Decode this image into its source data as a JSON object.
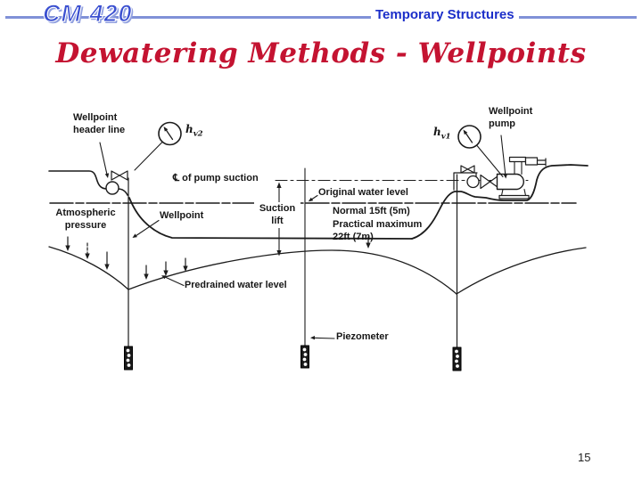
{
  "header": {
    "course_code": "CM 420",
    "course_title": "Temporary Structures",
    "rule_color": "#8091d8",
    "header_text_color": "#1b2ec9"
  },
  "slide": {
    "title": "Dewatering Methods - Wellpoints",
    "title_color": "#c41331",
    "page_number": "15"
  },
  "diagram": {
    "labels": {
      "wellpoint_header_line": [
        "Wellpoint",
        "header line"
      ],
      "gauge_hv2": {
        "symbol": "h",
        "subscript": "v2"
      },
      "pump_suction_centerline": "℄ of pump suction",
      "atmospheric_pressure": [
        "Atmospheric",
        "pressure"
      ],
      "wellpoint": "Wellpoint",
      "suction_lift": [
        "Suction",
        "lift"
      ],
      "original_water_level": "Original water level",
      "drawdown_note": [
        "Normal 15ft (5m)",
        "Practical maximum",
        "22ft (7m)"
      ],
      "predrained_water_level": "Predrained water level",
      "piezometer": "Piezometer",
      "gauge_hv1": {
        "symbol": "h",
        "subscript": "v1"
      },
      "wellpoint_pump": [
        "Wellpoint",
        "pump"
      ]
    }
  }
}
